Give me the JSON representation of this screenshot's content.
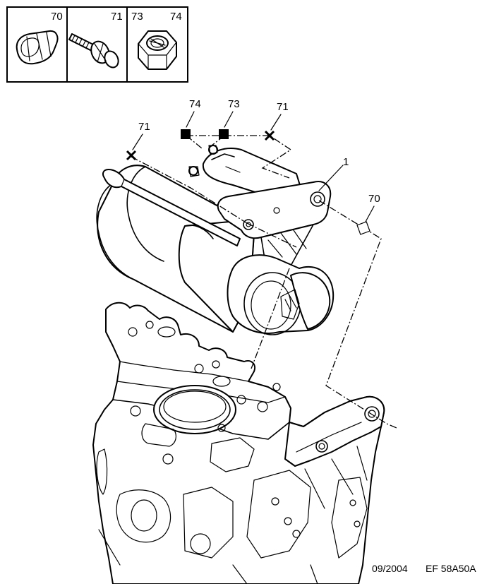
{
  "legend": {
    "cells": [
      {
        "refs": [
          "70"
        ],
        "part": "clip-nut"
      },
      {
        "refs": [
          "71"
        ],
        "part": "bolt-with-washer"
      },
      {
        "refs": [
          "73",
          "74"
        ],
        "part": "hex-nut"
      }
    ]
  },
  "callouts": {
    "c74": "74",
    "c73": "73",
    "c71_top": "71",
    "c71_left": "71",
    "c1": "1",
    "c70": "70"
  },
  "footer": {
    "date": "09/2004",
    "reference": "EF 58A50A"
  },
  "colors": {
    "ink": "#000000",
    "paper": "#ffffff"
  }
}
